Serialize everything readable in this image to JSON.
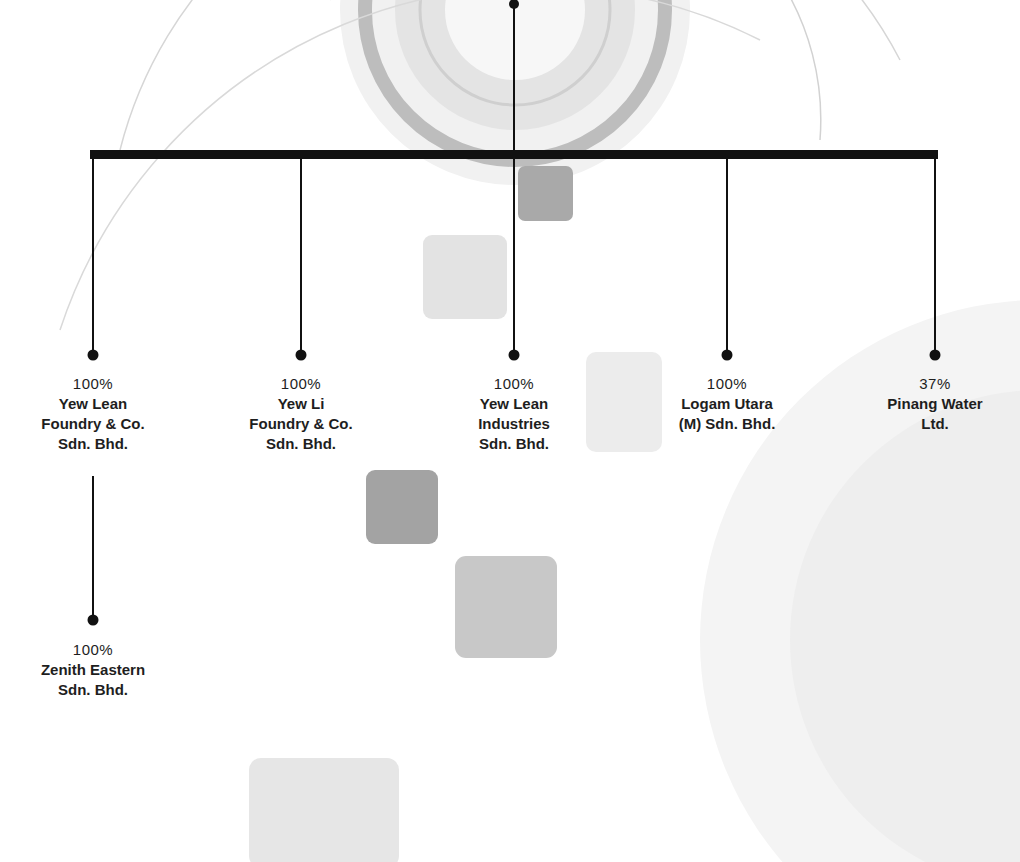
{
  "diagram": {
    "nodes": [
      {
        "text": [
          "100%",
          "Yew Lean Foundry & Co. Sdn. Bhd."
        ]
      },
      {
        "text": [
          "100%",
          "Yew Li Foundry & Co. Sdn. Bhd."
        ]
      },
      {
        "text": [
          "100%",
          "Yew Lean Industries Sdn. Bhd."
        ]
      },
      {
        "text": [
          "100%",
          "Logam Utara (M) Sdn. Bhd."
        ]
      },
      {
        "text": [
          "37%",
          "Pinang Water Ltd."
        ]
      },
      {
        "text": [
          "100%",
          "Zenith Eastern Sdn. Bhd."
        ]
      }
    ],
    "edges": [
      {
        "from": 0,
        "to": 5,
        "arrow": "none"
      }
    ]
  }
}
